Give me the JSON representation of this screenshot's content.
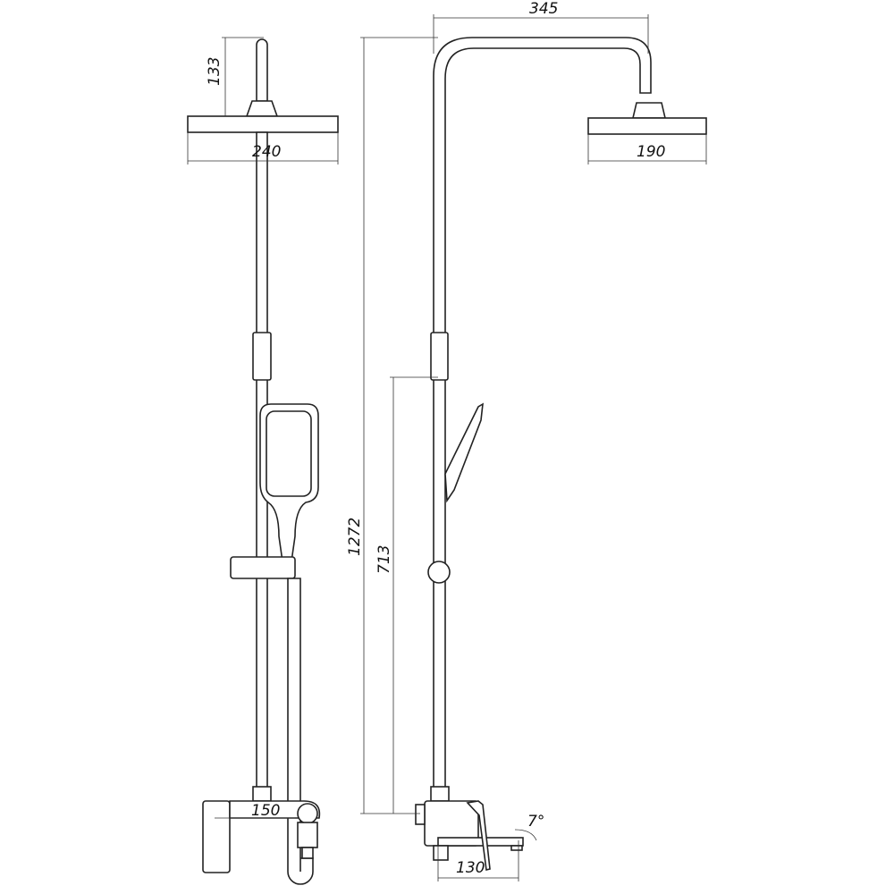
{
  "dimensions": {
    "top_stub_height": "133",
    "head_width_front": "240",
    "arm_reach": "345",
    "head_width_side": "190",
    "total_height": "1272",
    "mixer_to_holder": "713",
    "mixer_width": "150",
    "spout_length": "130",
    "spout_angle": "7°"
  }
}
